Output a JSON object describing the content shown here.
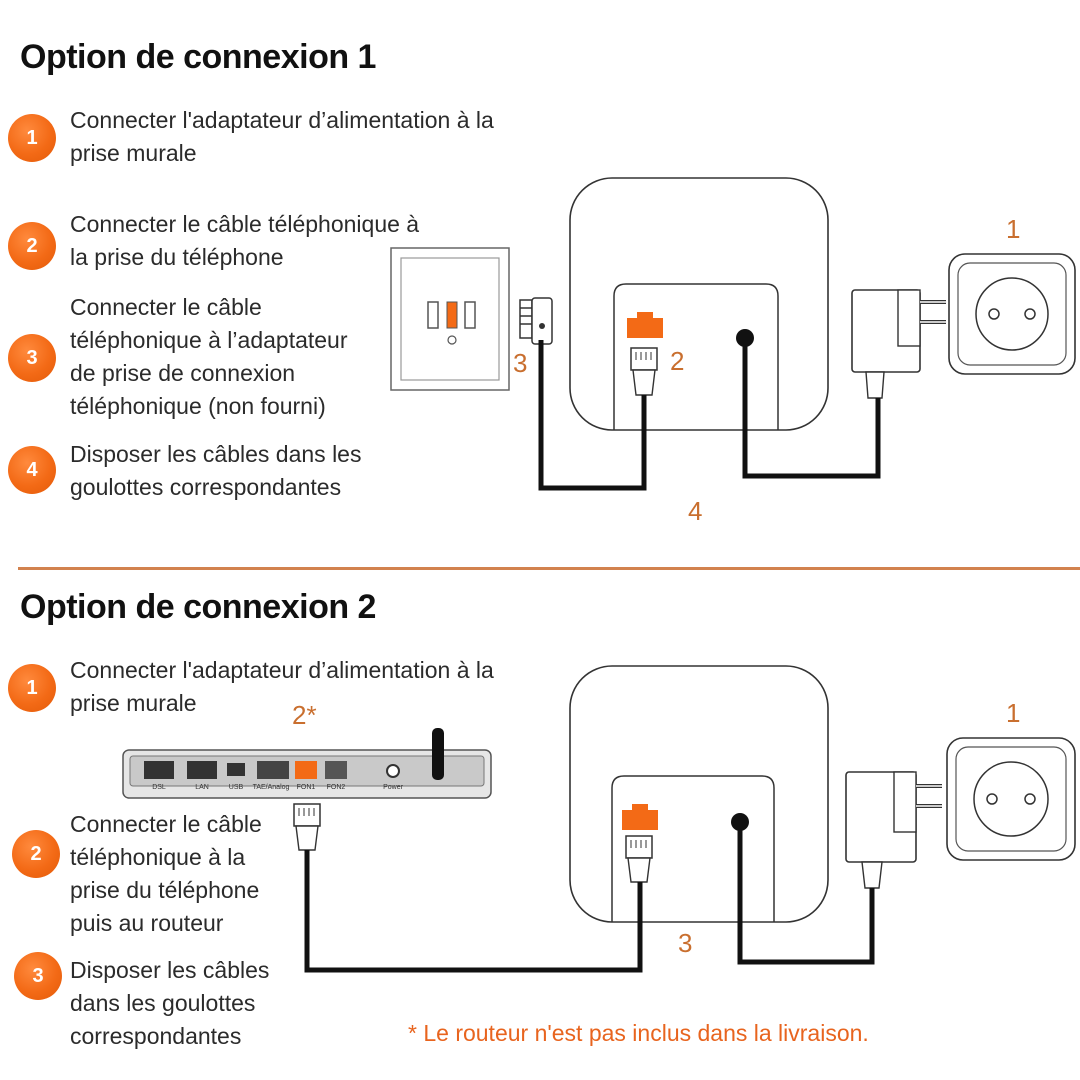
{
  "section1": {
    "title": "Option de connexion 1",
    "steps": [
      {
        "num": "1",
        "text": "Connecter l'adaptateur d’alimentation à la prise murale"
      },
      {
        "num": "2",
        "text": "Connecter le câble téléphonique à la prise du téléphone"
      },
      {
        "num": "3",
        "text": "Connecter le câble téléphonique à l’adaptateur de prise de connexion téléphonique (non fourni)"
      },
      {
        "num": "4",
        "text": "Disposer les câbles dans les goulottes correspondantes"
      }
    ],
    "diagram_labels": {
      "wall_socket": "1",
      "phone_port": "2",
      "wall_jack": "3",
      "cables": "4"
    }
  },
  "section2": {
    "title": "Option de connexion 2",
    "steps": [
      {
        "num": "1",
        "text": "Connecter l'adaptateur d’alimentation à la prise murale"
      },
      {
        "num": "2",
        "text": "Connecter le câble téléphonique à la prise du téléphone puis au routeur"
      },
      {
        "num": "3",
        "text": "Disposer les câbles dans les goulottes correspondantes"
      }
    ],
    "diagram_labels": {
      "wall_socket": "1",
      "router": "2*",
      "cables": "3"
    },
    "router_ports": [
      "DSL",
      "LAN",
      "USB",
      "TAE/Analog",
      "FON1",
      "FON2",
      "Power"
    ]
  },
  "footnote": "* Le routeur n'est pas inclus dans la livraison.",
  "colors": {
    "accent": "#f36a16",
    "label": "#c96f2f",
    "divider": "#d2824e",
    "cable": "#111111"
  }
}
